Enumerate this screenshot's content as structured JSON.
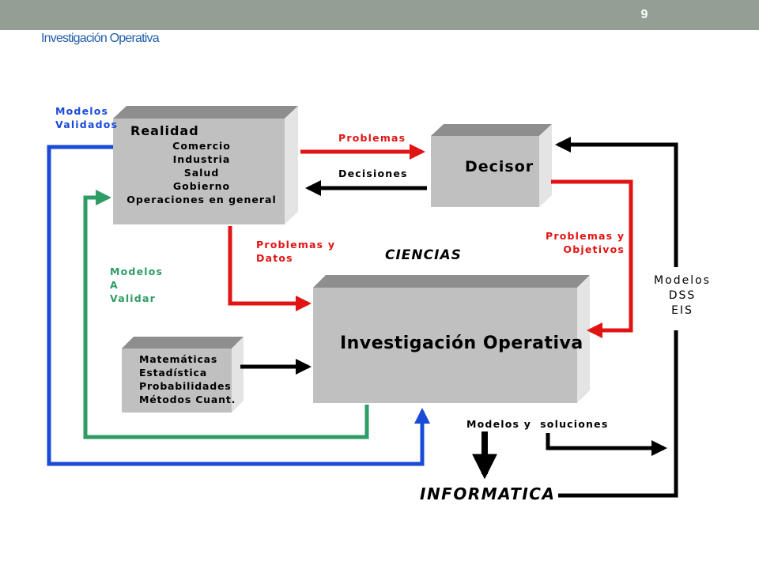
{
  "header": {
    "page_number": "9",
    "subtitle": "Investigación Operativa"
  },
  "diagram": {
    "realidad": {
      "title": "Realidad",
      "items": [
        "Comercio",
        "Industria",
        "Salud",
        "Gobierno",
        "Operaciones en general"
      ]
    },
    "decisor": {
      "title": "Decisor"
    },
    "io": {
      "title": "Investigación Operativa"
    },
    "ciencias_box": {
      "items": [
        "Matemáticas",
        "Estadística",
        "Probabilidades",
        "Métodos Cuant."
      ]
    },
    "labels": {
      "modelos_validados": [
        "Modelos",
        "Validados"
      ],
      "problemas": "Problemas",
      "decisiones": "Decisiones",
      "problemas_datos": [
        "Problemas y",
        "Datos"
      ],
      "ciencias": "CIENCIAS",
      "problemas_objetivos": [
        "Problemas y",
        "Objetivos"
      ],
      "modelos_a_validar": [
        "Modelos",
        "A",
        "Validar"
      ],
      "modelos_dss_eis": [
        "Modelos",
        "DSS",
        "EIS"
      ],
      "modelos_soluciones": "Modelos y  soluciones",
      "informatica": "INFORMATICA"
    },
    "colors": {
      "blue": "#1a4ad8",
      "green": "#2e9c64",
      "red": "#e11414",
      "black": "#000000",
      "box_front": "#c0c0c0",
      "box_top": "#8e8e8e",
      "box_side": "#e4e4e4"
    }
  }
}
